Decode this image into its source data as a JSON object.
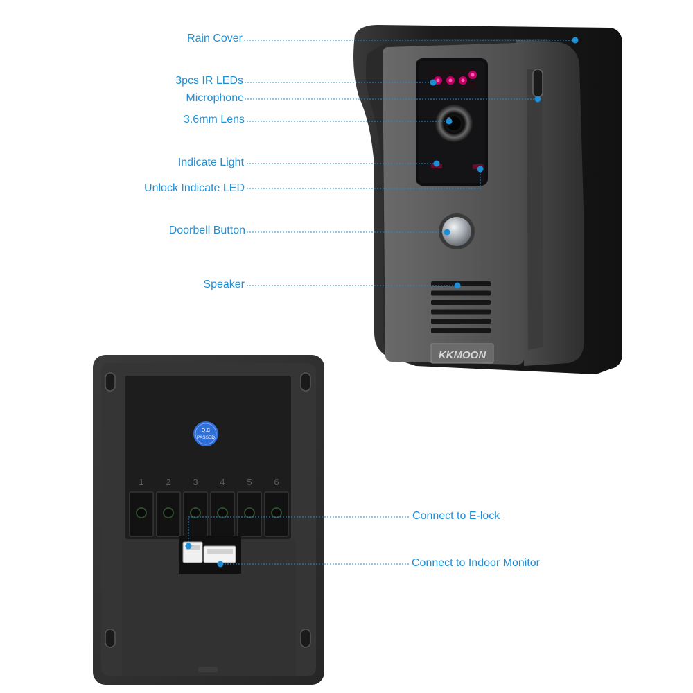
{
  "colors": {
    "label": "#1e8fd6",
    "leader": "#1e8fd6",
    "device_body": "#5a5a5a",
    "rain_cover": "#1f1f1f",
    "back_housing": "#2e2e2e",
    "ir_led": "#c0006a",
    "qc_sticker": "#2f6fd8"
  },
  "front_labels": {
    "rain_cover": "Rain Cover",
    "ir_leds": "3pcs IR LEDs",
    "microphone": "Microphone",
    "lens": "3.6mm Lens",
    "indicate_light": "Indicate Light",
    "unlock_led": "Unlock Indicate LED",
    "doorbell_button": "Doorbell Button",
    "speaker": "Speaker"
  },
  "back_labels": {
    "e_lock": "Connect to E-lock",
    "indoor_monitor": "Connect to Indoor Monitor"
  },
  "device": {
    "brand": "KKMOON",
    "qc_line1": "Q.C",
    "qc_line2": "PASSED",
    "terminals": [
      "1",
      "2",
      "3",
      "4",
      "5",
      "6"
    ]
  }
}
